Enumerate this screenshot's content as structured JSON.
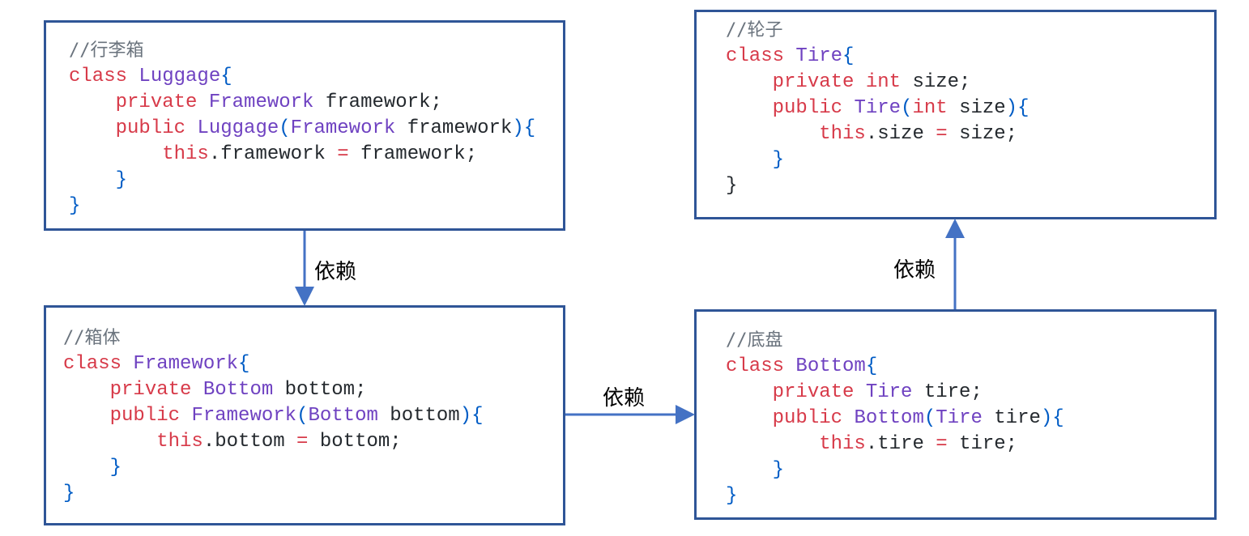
{
  "colors": {
    "border": "#2f5597",
    "arrow": "#4472c4",
    "comment": "#6a737d",
    "keyword": "#d73a49",
    "type": "#6f42c1",
    "brace": "#005cc5",
    "text": "#24292e"
  },
  "boxes": [
    {
      "name": "luggage",
      "lines": [
        [
          [
            "//行李箱",
            "cm"
          ]
        ],
        [
          [
            "class ",
            "kw"
          ],
          [
            "Luggage",
            "ty"
          ],
          [
            "{",
            "br"
          ]
        ],
        [
          [
            "    "
          ],
          [
            "private ",
            "kw"
          ],
          [
            "Framework ",
            "ty"
          ],
          [
            "framework;",
            "tx"
          ]
        ],
        [
          [
            "    "
          ],
          [
            "public ",
            "kw"
          ],
          [
            "Luggage",
            "ty"
          ],
          [
            "(",
            "br"
          ],
          [
            "Framework ",
            "ty"
          ],
          [
            "framework",
            "tx"
          ],
          [
            "){",
            "br"
          ]
        ],
        [
          [
            "        "
          ],
          [
            "this",
            "kw"
          ],
          [
            ".framework ",
            "tx"
          ],
          [
            "= ",
            "kw"
          ],
          [
            "framework;",
            "tx"
          ]
        ],
        [
          [
            "    "
          ],
          [
            "}",
            "br"
          ]
        ],
        [
          [
            "}",
            "br"
          ]
        ]
      ]
    },
    {
      "name": "framework",
      "lines": [
        [
          [
            "//箱体",
            "cm"
          ]
        ],
        [
          [
            "class ",
            "kw"
          ],
          [
            "Framework",
            "ty"
          ],
          [
            "{",
            "br"
          ]
        ],
        [
          [
            "    "
          ],
          [
            "private ",
            "kw"
          ],
          [
            "Bottom ",
            "ty"
          ],
          [
            "bottom;",
            "tx"
          ]
        ],
        [
          [
            "    "
          ],
          [
            "public ",
            "kw"
          ],
          [
            "Framework",
            "ty"
          ],
          [
            "(",
            "br"
          ],
          [
            "Bottom ",
            "ty"
          ],
          [
            "bottom",
            "tx"
          ],
          [
            "){",
            "br"
          ]
        ],
        [
          [
            "        "
          ],
          [
            "this",
            "kw"
          ],
          [
            ".bottom ",
            "tx"
          ],
          [
            "= ",
            "kw"
          ],
          [
            "bottom;",
            "tx"
          ]
        ],
        [
          [
            "    "
          ],
          [
            "}",
            "br"
          ]
        ],
        [
          [
            "}",
            "br"
          ]
        ]
      ]
    },
    {
      "name": "tire",
      "lines": [
        [
          [
            "//轮子",
            "cm"
          ]
        ],
        [
          [
            "class ",
            "kw"
          ],
          [
            "Tire",
            "ty"
          ],
          [
            "{",
            "br"
          ]
        ],
        [
          [
            "    "
          ],
          [
            "private ",
            "kw"
          ],
          [
            "int ",
            "kw"
          ],
          [
            "size;",
            "tx"
          ]
        ],
        [
          [
            "    "
          ],
          [
            "public ",
            "kw"
          ],
          [
            "Tire",
            "ty"
          ],
          [
            "(",
            "br"
          ],
          [
            "int ",
            "kw"
          ],
          [
            "size",
            "tx"
          ],
          [
            "){",
            "br"
          ]
        ],
        [
          [
            "        "
          ],
          [
            "this",
            "kw"
          ],
          [
            ".size ",
            "tx"
          ],
          [
            "= ",
            "kw"
          ],
          [
            "size;",
            "tx"
          ]
        ],
        [
          [
            "    "
          ],
          [
            "}",
            "br"
          ]
        ],
        [
          [
            "}",
            "tx"
          ]
        ]
      ]
    },
    {
      "name": "bottom",
      "lines": [
        [
          [
            "//底盘",
            "cm"
          ]
        ],
        [
          [
            "class ",
            "kw"
          ],
          [
            "Bottom",
            "ty"
          ],
          [
            "{",
            "br"
          ]
        ],
        [
          [
            "    "
          ],
          [
            "private ",
            "kw"
          ],
          [
            "Tire ",
            "ty"
          ],
          [
            "tire;",
            "tx"
          ]
        ],
        [
          [
            "    "
          ],
          [
            "public ",
            "kw"
          ],
          [
            "Bottom",
            "ty"
          ],
          [
            "(",
            "br"
          ],
          [
            "Tire ",
            "ty"
          ],
          [
            "tire",
            "tx"
          ],
          [
            "){",
            "br"
          ]
        ],
        [
          [
            "        "
          ],
          [
            "this",
            "kw"
          ],
          [
            ".tire ",
            "tx"
          ],
          [
            "= ",
            "kw"
          ],
          [
            "tire;",
            "tx"
          ]
        ],
        [
          [
            "    "
          ],
          [
            "}",
            "br"
          ]
        ],
        [
          [
            "}",
            "br"
          ]
        ]
      ]
    }
  ],
  "arrows": {
    "luggage_to_framework": "依赖",
    "framework_to_bottom": "依赖",
    "bottom_to_tire": "依赖"
  }
}
